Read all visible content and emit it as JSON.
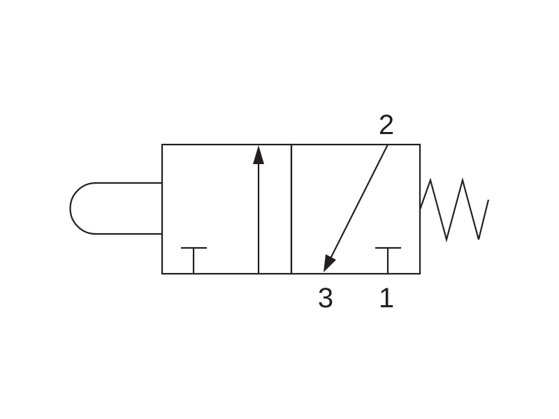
{
  "diagram": {
    "ports": {
      "port_2": "2",
      "port_3": "3",
      "port_1": "1"
    },
    "colors": {
      "line": "#231f20",
      "background": "#ffffff"
    },
    "icons": {
      "actuator": "push-button-icon",
      "return": "spring-icon"
    }
  }
}
